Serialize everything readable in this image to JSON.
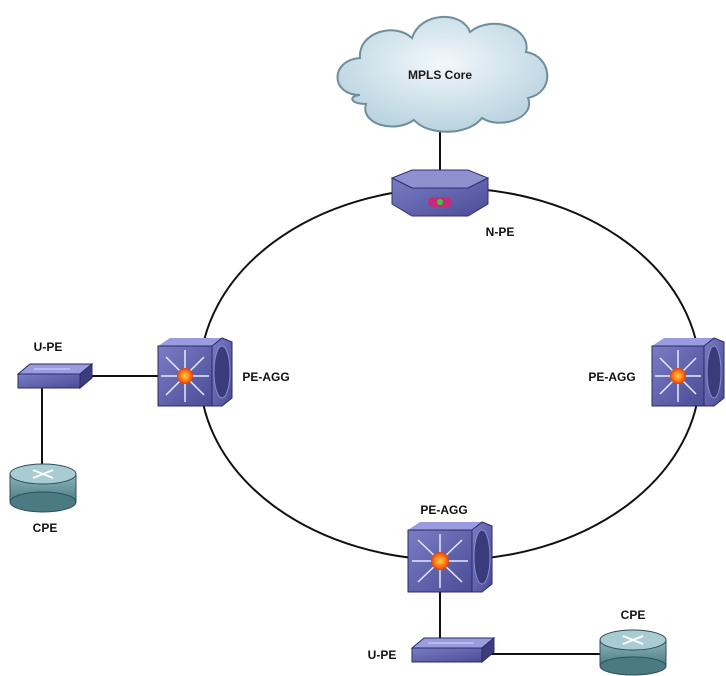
{
  "cloud": {
    "label": "MPLS Core"
  },
  "nodes": {
    "npe": {
      "label": "N-PE"
    },
    "pe_agg_left": {
      "label": "PE-AGG"
    },
    "pe_agg_right": {
      "label": "PE-AGG"
    },
    "pe_agg_bottom": {
      "label": "PE-AGG"
    },
    "upe_left": {
      "label": "U-PE"
    },
    "upe_bottom": {
      "label": "U-PE"
    },
    "cpe_left": {
      "label": "CPE"
    },
    "cpe_bottom": {
      "label": "CPE"
    }
  },
  "colors": {
    "device_face": "#5a5ca8",
    "device_side": "#3c3d7c",
    "router_body": "#5f8f98",
    "cloud_fill": "#d6e6ee",
    "starburst": "#ff6a1a"
  }
}
